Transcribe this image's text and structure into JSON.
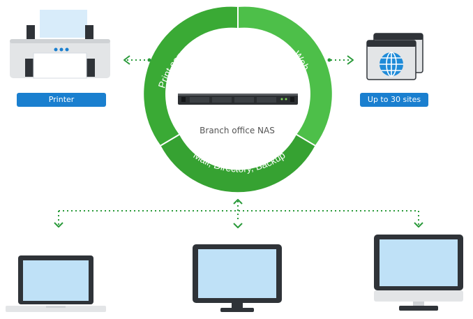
{
  "ring": {
    "segment_left": "Print server",
    "segment_right": "Web",
    "segment_bottom": "Mail, Directory, Backup",
    "center_label": "Branch office NAS"
  },
  "printer": {
    "label": "Printer"
  },
  "websites": {
    "label": "Up to 30 sites"
  },
  "colors": {
    "ring_green": "#3aaa35",
    "ring_green_light": "#4dbf49",
    "connector_green": "#2a9a3a",
    "pill_blue": "#1a7fcf",
    "device_dark": "#2f3338",
    "screen_blue": "#bfe1f7",
    "device_gray": "#e3e5e7",
    "globe_blue": "#1f8bd8"
  },
  "icons": [
    "printer-icon",
    "nas-server-icon",
    "website-globe-icon",
    "laptop-icon",
    "desktop-monitor-icon",
    "imac-icon"
  ]
}
